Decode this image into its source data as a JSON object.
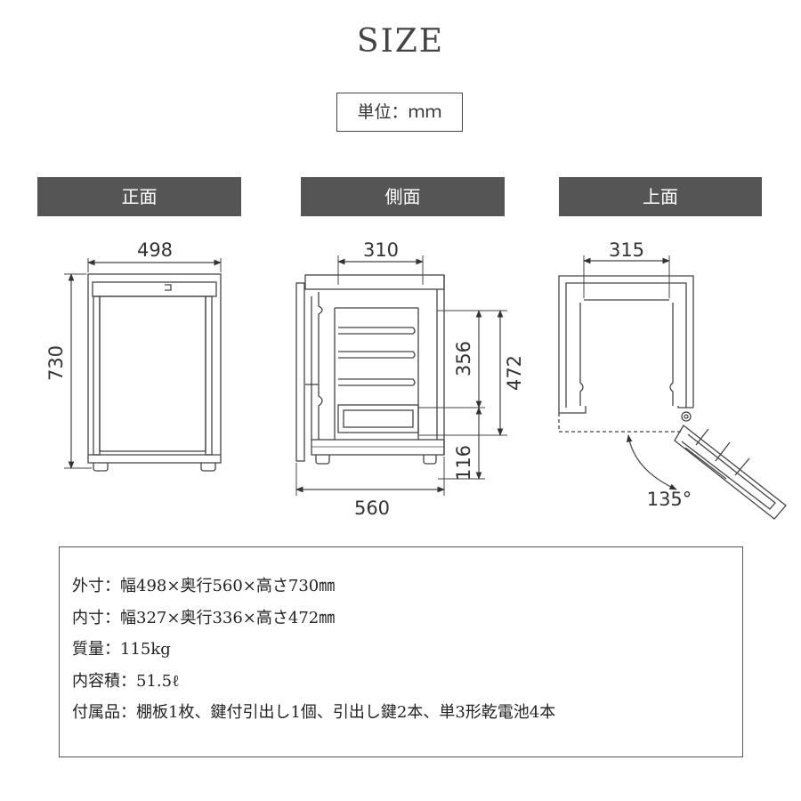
{
  "title": "SIZE",
  "unit": "単位：ｍｍ",
  "views": {
    "front": "正面",
    "side": "側面",
    "top": "上面"
  },
  "dimensions": {
    "front_width": "498",
    "front_height": "730",
    "side_inner_width": "310",
    "side_depth": "560",
    "side_356": "356",
    "side_472": "472",
    "side_116": "116",
    "top_inner_width": "315",
    "door_angle": "135°"
  },
  "specs": [
    "外寸：幅498×奥行560×高さ730㎜",
    "内寸：幅327×奥行336×高さ472㎜",
    "質量：115kg",
    "内容積：51.5ℓ",
    "付属品：棚板1枚、鍵付引出し1個、引出し鍵2本、単3形乾電池4本"
  ]
}
